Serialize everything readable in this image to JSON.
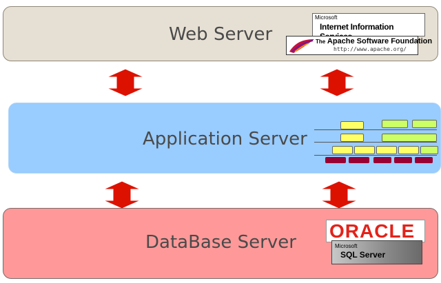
{
  "tiers": {
    "web": {
      "label": "Web Server"
    },
    "app": {
      "label": "Application Server"
    },
    "db": {
      "label": "DataBase Server"
    }
  },
  "logos": {
    "iis": {
      "vendor": "Microsoft",
      "product": "Internet Information Services"
    },
    "apache": {
      "the": "The",
      "name": "Apache Software Foundation",
      "url": "http://www.apache.org/"
    },
    "oracle": {
      "name": "ORACLE"
    },
    "sqlserver": {
      "vendor": "Microsoft",
      "product": "SQL Server"
    }
  },
  "colors": {
    "web_fill": "#e6e0d4",
    "app_fill": "#99ccff",
    "db_fill": "#ff9999",
    "arrow_fill": "#dd1100",
    "block_yellow": "#ffff66",
    "block_green": "#ccff66",
    "block_darkred": "#990033",
    "oracle_red": "#e2231a"
  }
}
